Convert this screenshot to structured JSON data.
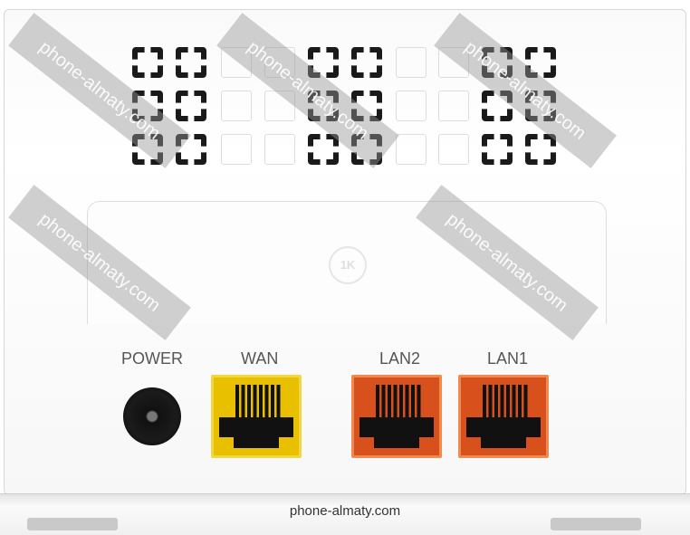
{
  "device": {
    "ports": {
      "power_label": "POWER",
      "wan_label": "WAN",
      "lan2_label": "LAN2",
      "lan1_label": "LAN1"
    },
    "logo_text": "1K"
  },
  "colors": {
    "wan": "#e8c000",
    "lan": "#e0501a"
  },
  "watermark": {
    "text": "phone-almaty.com"
  },
  "footer": {
    "text": "phone-almaty.com"
  }
}
